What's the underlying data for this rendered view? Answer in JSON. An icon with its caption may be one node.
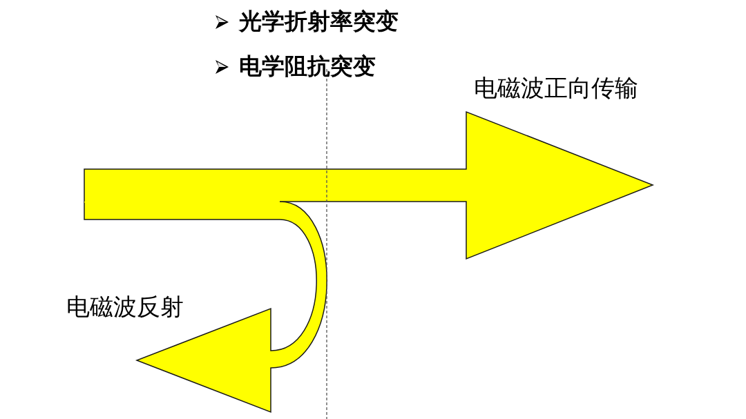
{
  "diagram": {
    "labels": [
      "光学折射率突变",
      "电学阻抗突变",
      "电磁波正向传输",
      "电磁波反射"
    ]
  }
}
